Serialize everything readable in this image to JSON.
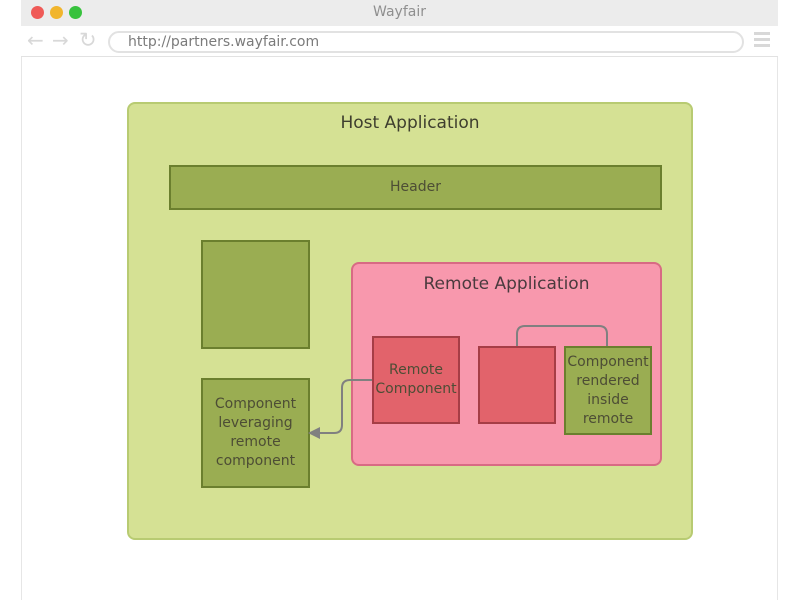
{
  "window": {
    "title": "Wayfair",
    "url": "http://partners.wayfair.com"
  },
  "icons": {
    "back": "arrow-left-icon",
    "forward": "arrow-right-icon",
    "reload": "reload-icon",
    "menu": "hamburger-menu-icon"
  },
  "diagram": {
    "host_title": "Host Application",
    "header_label": "Header",
    "leverage_label": "Component leveraging remote component",
    "remote_title": "Remote Application",
    "remote_component_label": "Remote Component",
    "rendered_label": "Component rendered inside remote"
  },
  "colors": {
    "host_fill": "#d5e194",
    "green_box": "#9aad52",
    "remote_fill": "#f898ad",
    "remote_component": "#e2636b",
    "connector": "#808080"
  }
}
